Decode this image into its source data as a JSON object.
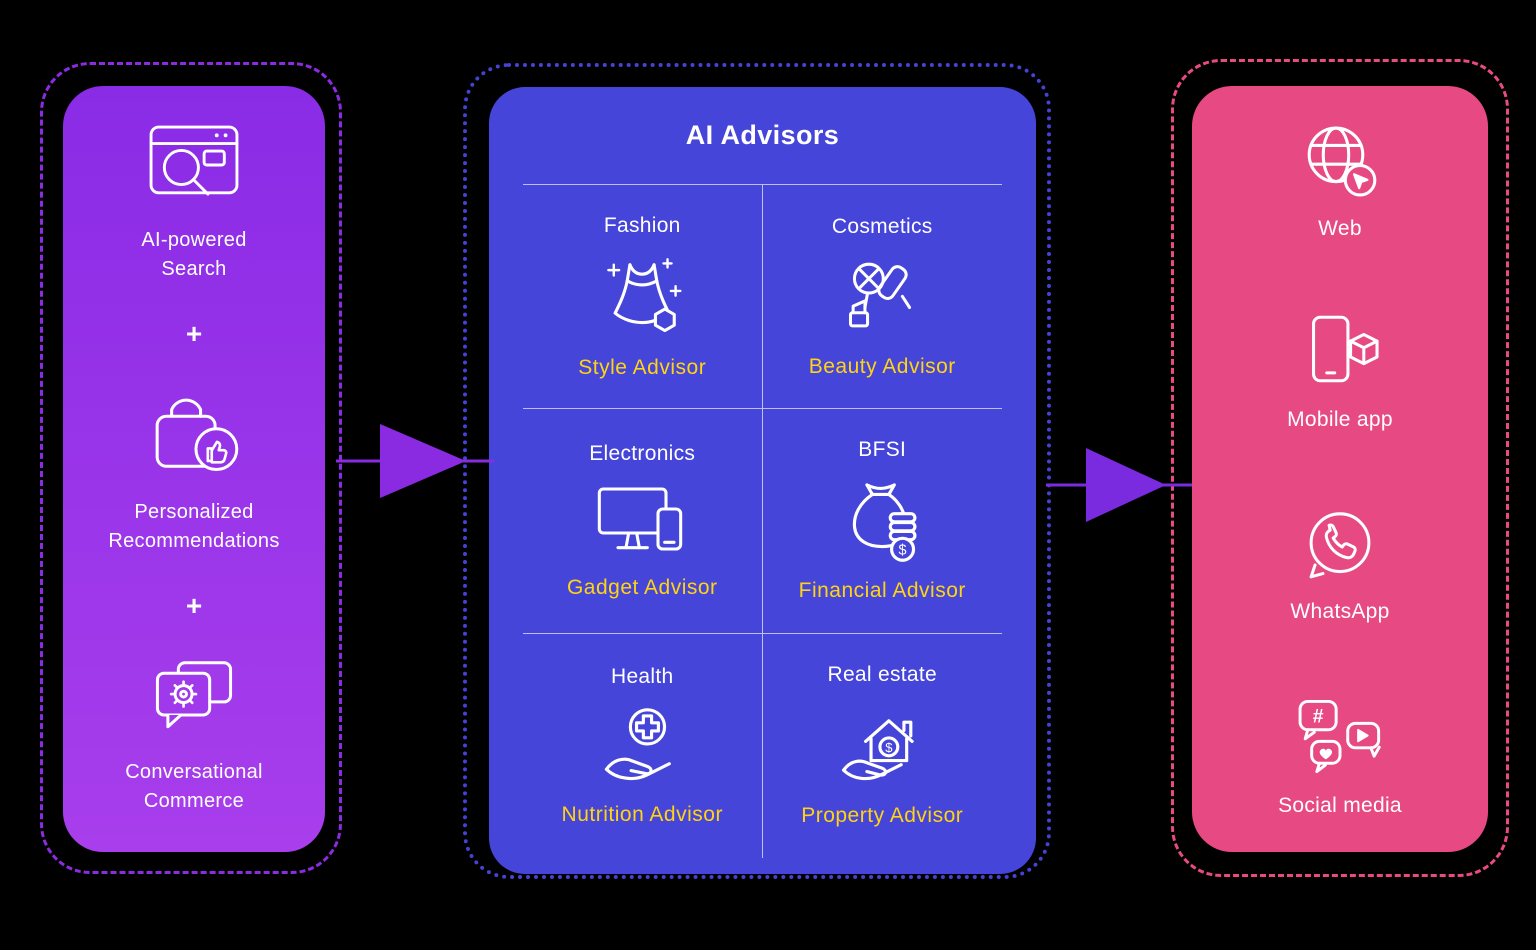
{
  "colors": {
    "background": "#000000",
    "left_panel_gradient_start": "#8A2BE6",
    "left_panel_gradient_end": "#A83EEC",
    "middle_panel": "#4645D9",
    "right_panel": "#E74A82",
    "advisor_text": "#FFD413",
    "arrow_left": "#8A2BE2",
    "arrow_right": "#7A2BE0"
  },
  "left_panel": {
    "plus": "+",
    "features": [
      {
        "label": "AI-powered\nSearch",
        "icon": "ai-search-icon"
      },
      {
        "label": "Personalized\nRecommendations",
        "icon": "recommendations-icon"
      },
      {
        "label": "Conversational\nCommerce",
        "icon": "conversational-commerce-icon"
      }
    ]
  },
  "ai_advisors": {
    "title": "AI Advisors",
    "cells": [
      {
        "category": "Fashion",
        "advisor": "Style Advisor",
        "icon": "fashion-icon"
      },
      {
        "category": "Cosmetics",
        "advisor": "Beauty Advisor",
        "icon": "cosmetics-icon"
      },
      {
        "category": "Electronics",
        "advisor": "Gadget Advisor",
        "icon": "electronics-icon"
      },
      {
        "category": "BFSI",
        "advisor": "Financial Advisor",
        "icon": "bfsi-icon"
      },
      {
        "category": "Health",
        "advisor": "Nutrition Advisor",
        "icon": "health-icon"
      },
      {
        "category": "Real estate",
        "advisor": "Property Advisor",
        "icon": "real-estate-icon"
      }
    ]
  },
  "channels": {
    "items": [
      {
        "label": "Web",
        "icon": "web-icon"
      },
      {
        "label": "Mobile app",
        "icon": "mobile-app-icon"
      },
      {
        "label": "WhatsApp",
        "icon": "whatsapp-icon"
      },
      {
        "label": "Social media",
        "icon": "social-media-icon"
      }
    ]
  }
}
